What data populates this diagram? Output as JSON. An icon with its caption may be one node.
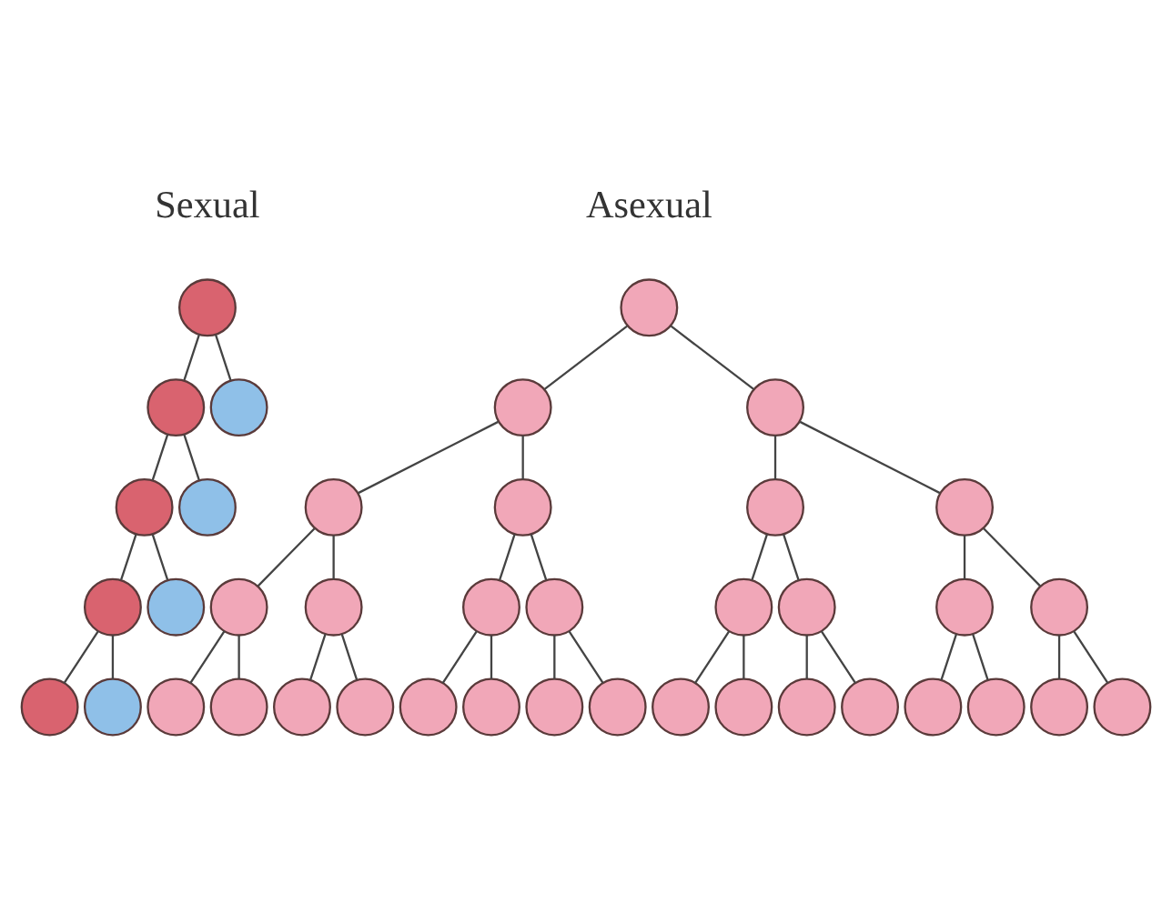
{
  "diagram": {
    "nodes": [
      {
        "text": [],
        "shape": "circle"
      },
      {
        "text": [],
        "shape": "circle"
      },
      {
        "text": [],
        "shape": "circle"
      },
      {
        "text": [],
        "shape": "circle"
      },
      {
        "text": [],
        "shape": "circle"
      },
      {
        "text": [],
        "shape": "circle"
      },
      {
        "text": [],
        "shape": "circle"
      },
      {
        "text": [],
        "shape": "circle"
      },
      {
        "text": [],
        "shape": "circle"
      },
      {
        "text": [],
        "shape": "circle"
      },
      {
        "text": [],
        "shape": "circle"
      },
      {
        "text": [],
        "shape": "circle"
      },
      {
        "text": [],
        "shape": "circle"
      },
      {
        "text": [],
        "shape": "circle"
      },
      {
        "text": [],
        "shape": "circle"
      },
      {
        "text": [],
        "shape": "circle"
      },
      {
        "text": [],
        "shape": "circle"
      },
      {
        "text": [],
        "shape": "circle"
      },
      {
        "text": [],
        "shape": "circle"
      },
      {
        "text": [],
        "shape": "circle"
      },
      {
        "text": [],
        "shape": "circle"
      },
      {
        "text": [],
        "shape": "circle"
      },
      {
        "text": [],
        "shape": "circle"
      },
      {
        "text": [],
        "shape": "circle"
      },
      {
        "text": [],
        "shape": "circle"
      },
      {
        "text": [],
        "shape": "circle"
      },
      {
        "text": [],
        "shape": "circle"
      },
      {
        "text": [],
        "shape": "circle"
      },
      {
        "text": [],
        "shape": "circle"
      },
      {
        "text": [],
        "shape": "circle"
      },
      {
        "text": [],
        "shape": "circle"
      },
      {
        "text": [],
        "shape": "circle"
      },
      {
        "text": [],
        "shape": "circle"
      },
      {
        "text": [],
        "shape": "circle"
      },
      {
        "text": [],
        "shape": "circle"
      },
      {
        "text": [],
        "shape": "circle"
      },
      {
        "text": [],
        "shape": "circle"
      },
      {
        "text": [],
        "shape": "circle"
      },
      {
        "text": [],
        "shape": "circle"
      },
      {
        "text": [],
        "shape": "circle"
      }
    ],
    "edges": [
      {
        "from": 0,
        "to": 1,
        "arrow": "none"
      },
      {
        "from": 0,
        "to": 2,
        "arrow": "none"
      },
      {
        "from": 1,
        "to": 3,
        "arrow": "none"
      },
      {
        "from": 1,
        "to": 4,
        "arrow": "none"
      },
      {
        "from": 3,
        "to": 5,
        "arrow": "none"
      },
      {
        "from": 3,
        "to": 6,
        "arrow": "none"
      },
      {
        "from": 5,
        "to": 7,
        "arrow": "none"
      },
      {
        "from": 5,
        "to": 8,
        "arrow": "none"
      },
      {
        "from": 9,
        "to": 10,
        "arrow": "none"
      },
      {
        "from": 9,
        "to": 11,
        "arrow": "none"
      },
      {
        "from": 10,
        "to": 12,
        "arrow": "none"
      },
      {
        "from": 10,
        "to": 13,
        "arrow": "none"
      },
      {
        "from": 11,
        "to": 14,
        "arrow": "none"
      },
      {
        "from": 11,
        "to": 15,
        "arrow": "none"
      },
      {
        "from": 12,
        "to": 16,
        "arrow": "none"
      },
      {
        "from": 12,
        "to": 17,
        "arrow": "none"
      },
      {
        "from": 13,
        "to": 18,
        "arrow": "none"
      },
      {
        "from": 13,
        "to": 19,
        "arrow": "none"
      },
      {
        "from": 14,
        "to": 20,
        "arrow": "none"
      },
      {
        "from": 14,
        "to": 21,
        "arrow": "none"
      },
      {
        "from": 15,
        "to": 22,
        "arrow": "none"
      },
      {
        "from": 15,
        "to": 23,
        "arrow": "none"
      },
      {
        "from": 16,
        "to": 24,
        "arrow": "none"
      },
      {
        "from": 16,
        "to": 25,
        "arrow": "none"
      },
      {
        "from": 17,
        "to": 26,
        "arrow": "none"
      },
      {
        "from": 17,
        "to": 27,
        "arrow": "none"
      },
      {
        "from": 18,
        "to": 28,
        "arrow": "none"
      },
      {
        "from": 18,
        "to": 29,
        "arrow": "none"
      },
      {
        "from": 19,
        "to": 30,
        "arrow": "none"
      },
      {
        "from": 19,
        "to": 31,
        "arrow": "none"
      },
      {
        "from": 20,
        "to": 32,
        "arrow": "none"
      },
      {
        "from": 20,
        "to": 33,
        "arrow": "none"
      },
      {
        "from": 21,
        "to": 34,
        "arrow": "none"
      },
      {
        "from": 21,
        "to": 35,
        "arrow": "none"
      },
      {
        "from": 22,
        "to": 36,
        "arrow": "none"
      },
      {
        "from": 22,
        "to": 37,
        "arrow": "none"
      },
      {
        "from": 23,
        "to": 38,
        "arrow": "none"
      },
      {
        "from": 23,
        "to": 39,
        "arrow": "none"
      }
    ],
    "labels": [
      "Sexual",
      "Asexual"
    ]
  }
}
